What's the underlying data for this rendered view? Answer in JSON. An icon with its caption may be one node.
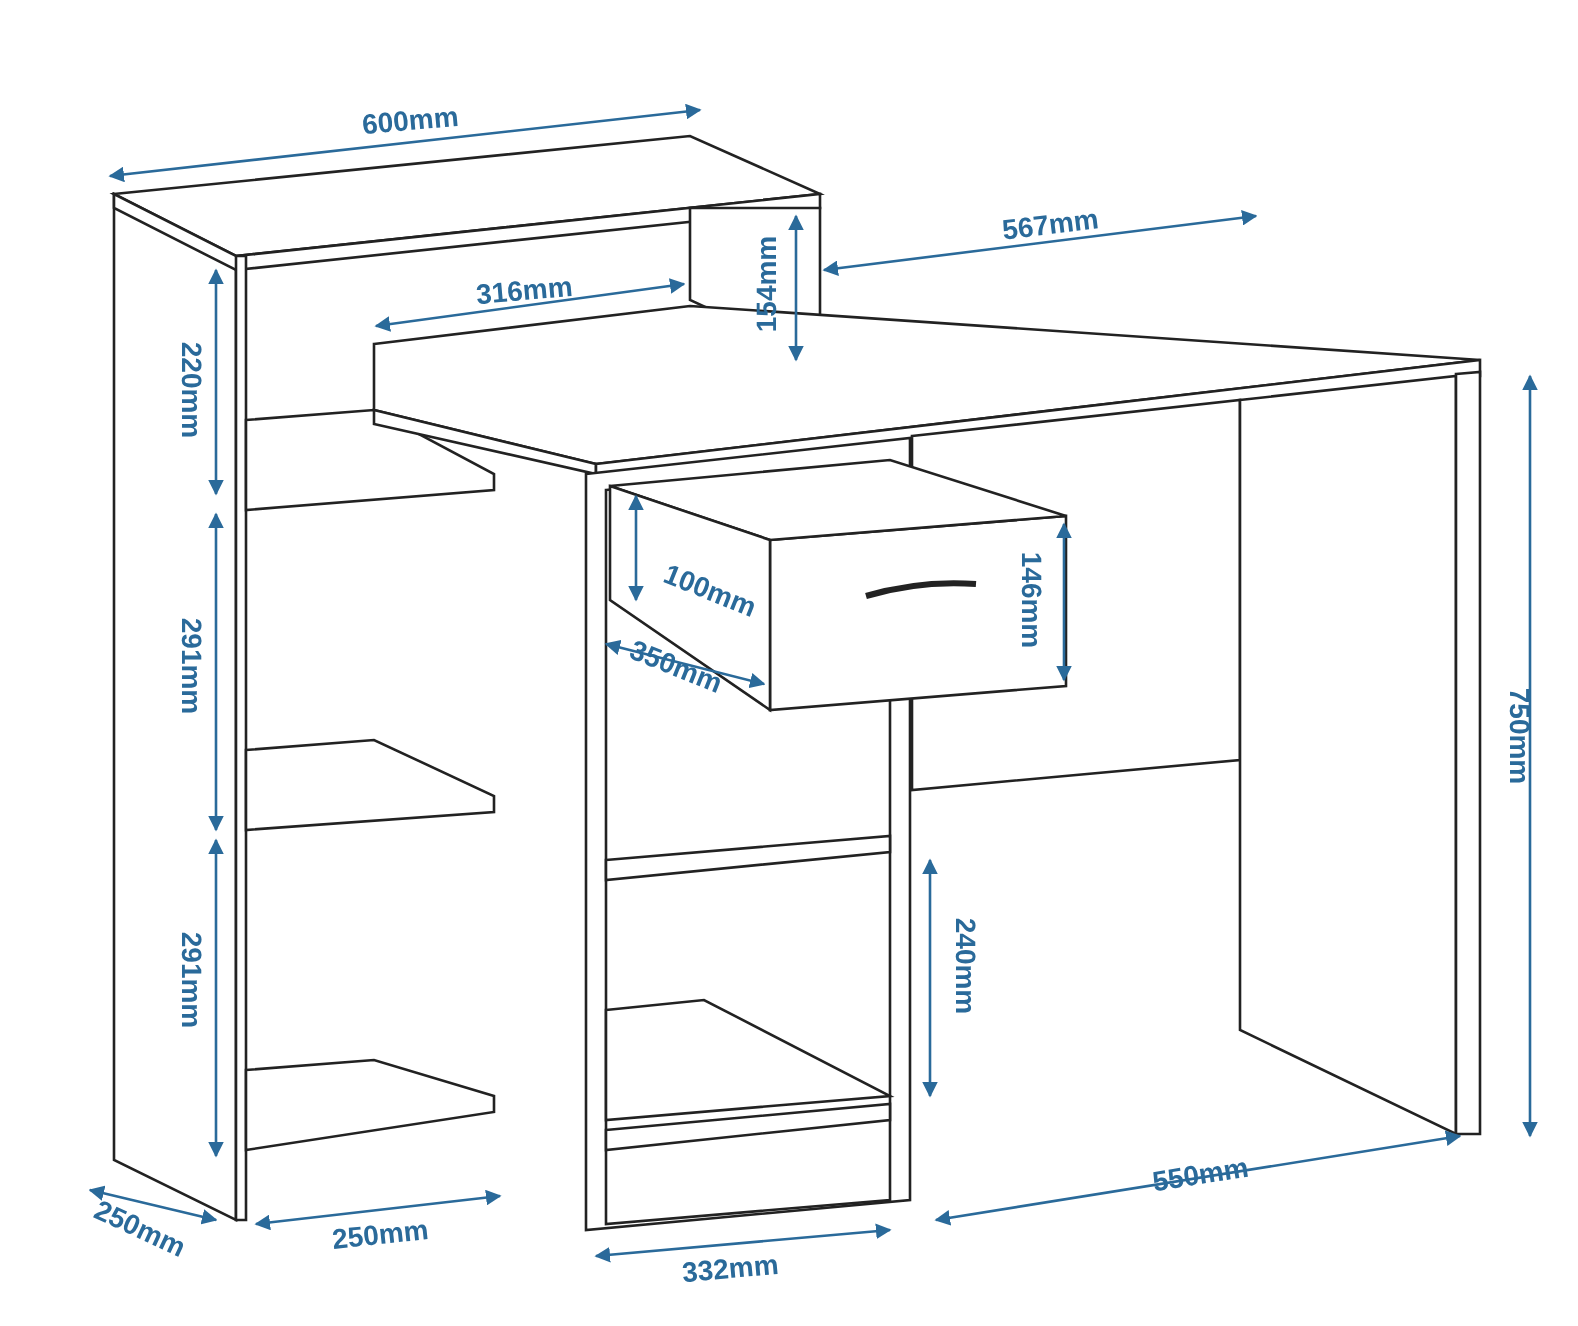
{
  "diagram": {
    "labels": [
      "600mm",
      "567mm",
      "316mm",
      "154mm",
      "220mm",
      "100mm",
      "146mm",
      "350mm",
      "291mm",
      "750mm",
      "240mm",
      "291mm",
      "550mm",
      "250mm",
      "250mm",
      "332mm"
    ]
  }
}
